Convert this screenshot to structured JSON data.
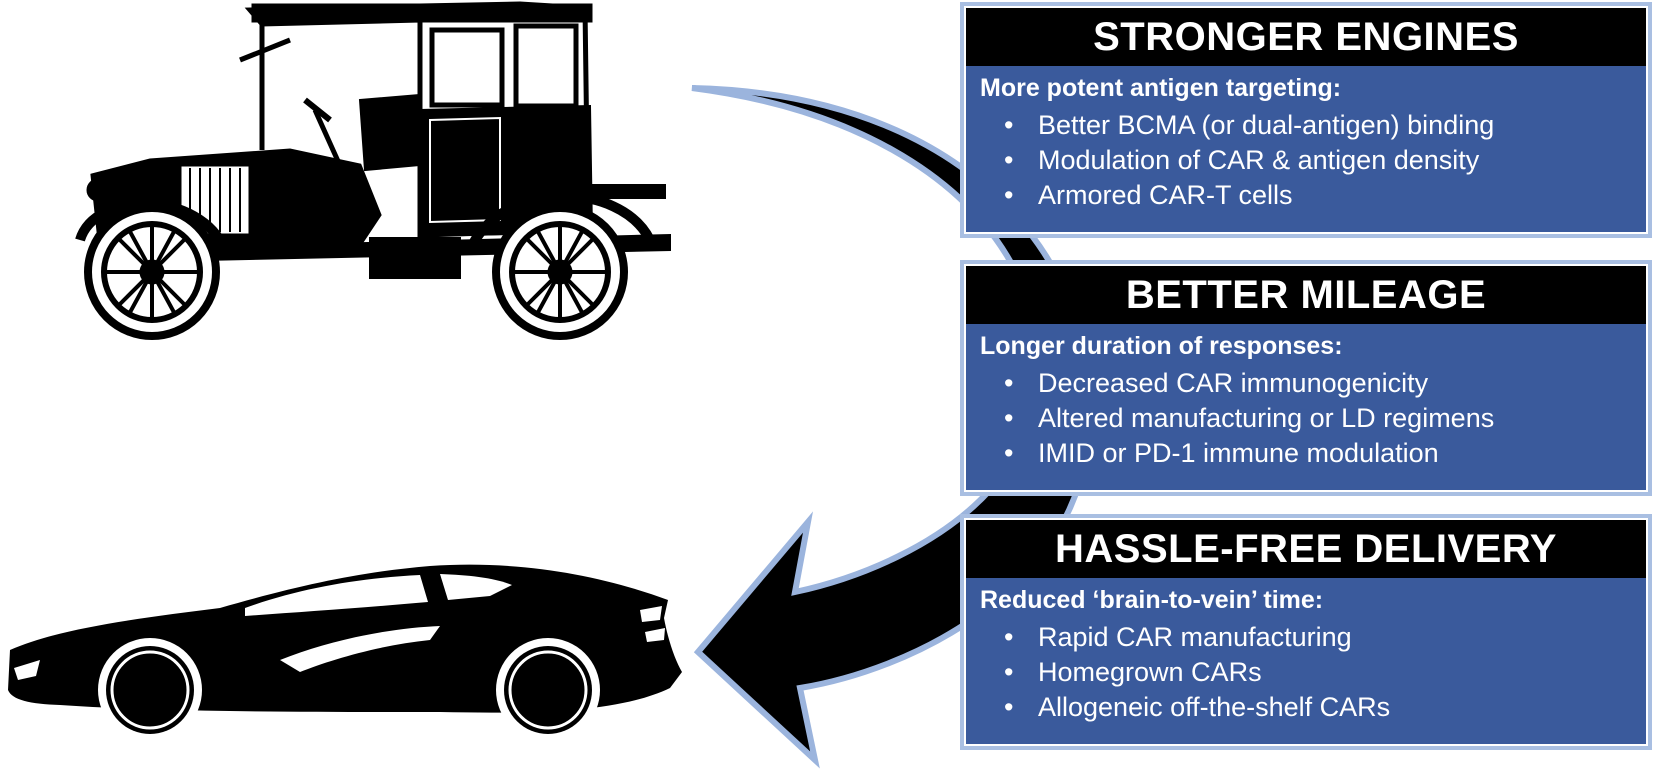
{
  "panels": [
    {
      "title": "STRONGER ENGINES",
      "subtitle": "More potent antigen targeting:",
      "bullets": [
        "Better BCMA (or dual-antigen) binding",
        "Modulation of CAR & antigen density",
        "Armored CAR-T cells"
      ]
    },
    {
      "title": "BETTER MILEAGE",
      "subtitle": "Longer duration of responses:",
      "bullets": [
        "Decreased CAR immunogenicity",
        "Altered manufacturing or LD regimens",
        "IMID or PD-1 immune modulation"
      ]
    },
    {
      "title": "HASSLE-FREE DELIVERY",
      "subtitle": "Reduced ‘brain-to-vein’ time:",
      "bullets": [
        "Rapid CAR manufacturing",
        "Homegrown CARs",
        "Allogeneic off-the-shelf CARs"
      ]
    }
  ],
  "colors": {
    "panel_fill": "#3a5a9c",
    "panel_border": "#a9bfe2",
    "header_fill": "#000000",
    "arrow_fill": "#000000",
    "arrow_border": "#9bb4dd"
  },
  "icons": [
    "vintage-car-icon",
    "sports-car-icon",
    "curved-arrow-icon"
  ]
}
